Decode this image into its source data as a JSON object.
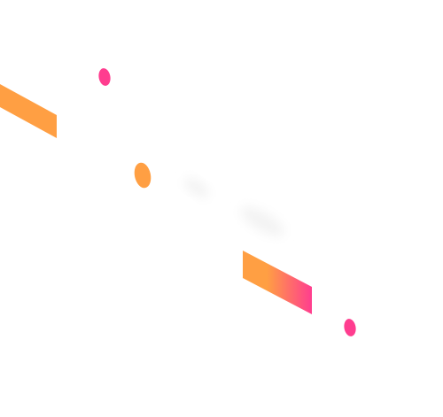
{
  "colors": {
    "background": "#ffffff",
    "orange": "#ff9f43",
    "pink": "#ff3d8f",
    "faint": "#f4f4f4"
  },
  "shapes": {
    "stripes": [
      "orange-stripe-top-left",
      "gradient-stripe-bottom-right"
    ],
    "ellipses": [
      "pink-ellipse-top",
      "orange-ellipse-middle",
      "pink-ellipse-bottom"
    ],
    "faint_marks": [
      "faint-mark-1",
      "faint-mark-2"
    ]
  }
}
